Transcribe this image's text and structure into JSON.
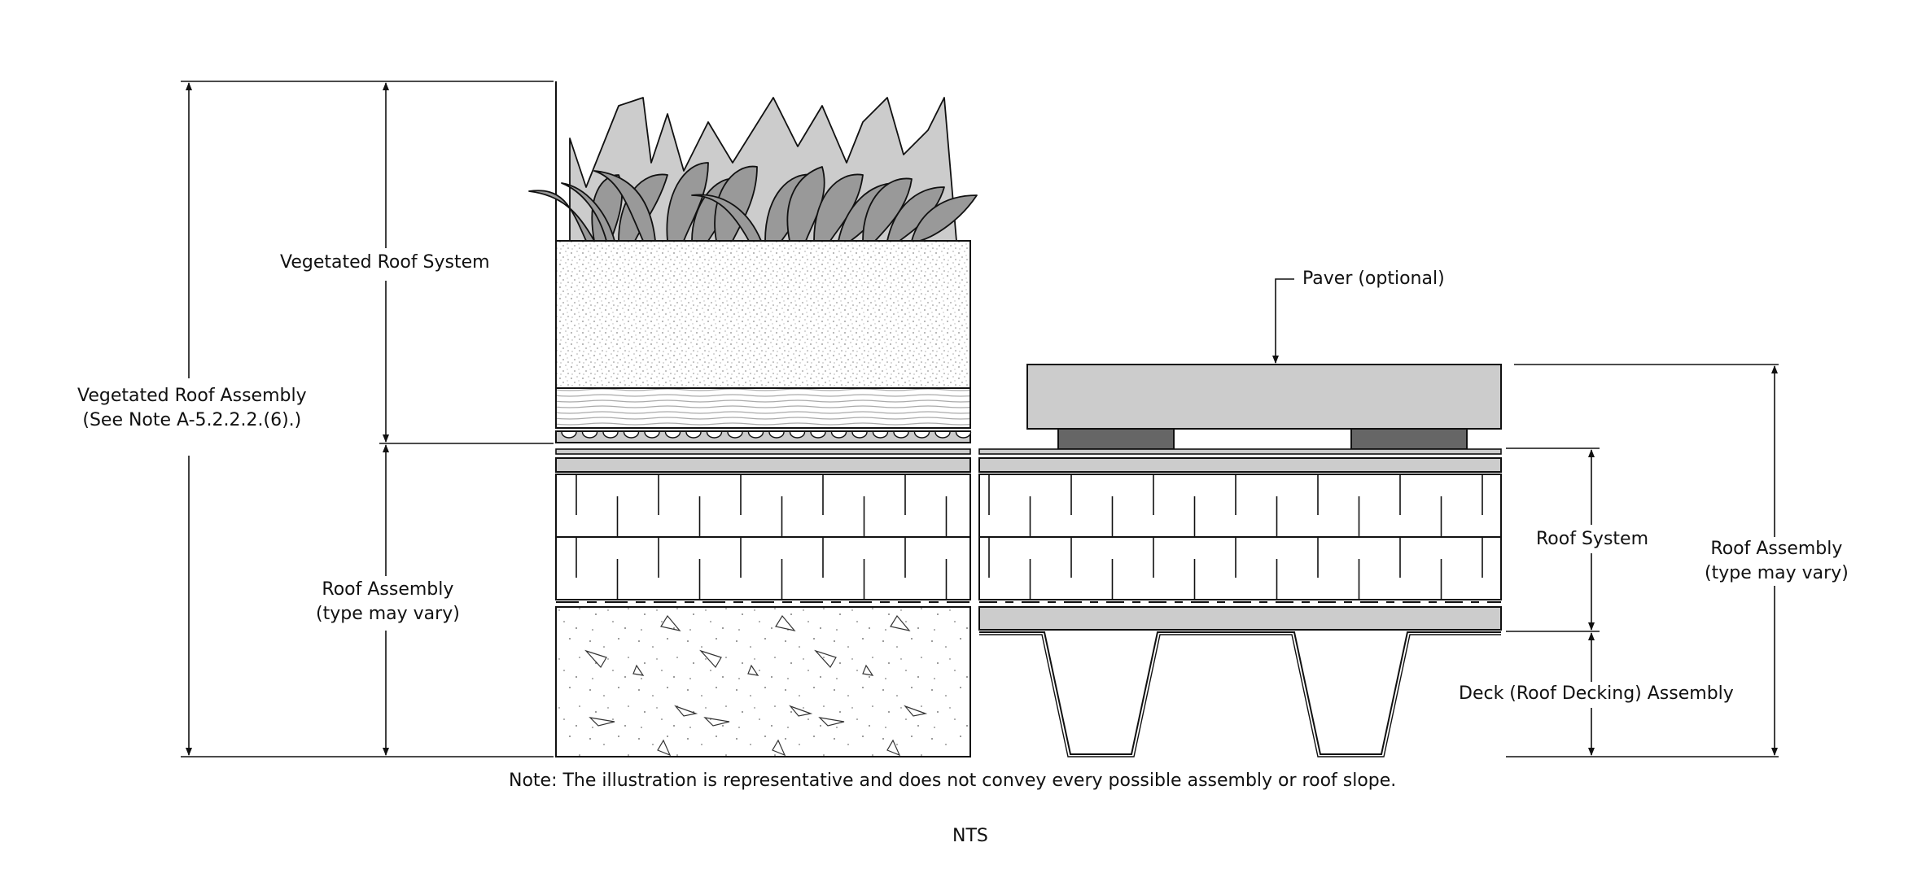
{
  "labels": {
    "vegetated_roof_system": "Vegetated Roof System",
    "vegetated_roof_assembly": [
      "Vegetated Roof Assembly",
      "(See Note A-5.2.2.2.(6).)"
    ],
    "roof_assembly_left": [
      "Roof Assembly",
      "(type may vary)"
    ],
    "paver": "Paver (optional)",
    "roof_system": "Roof System",
    "roof_assembly_right": [
      "Roof Assembly",
      "(type may vary)"
    ],
    "deck_assembly": "Deck (Roof Decking) Assembly"
  },
  "note": "Note: The illustration is representative and does not convey every possible assembly or roof slope.",
  "scale": "NTS",
  "colors": {
    "line": "#111111",
    "light_gray": "#cccccc",
    "dark_gray": "#666666",
    "plant_mid": "#999999",
    "background": "#ffffff"
  },
  "layers_vegetated": [
    "plants",
    "growing medium",
    "filter fabric",
    "drainage layer",
    "membrane",
    "cover board",
    "insulation",
    "insulation",
    "vapour barrier",
    "concrete deck"
  ],
  "layers_conventional": [
    "paver",
    "pedestals",
    "membrane",
    "cover board",
    "insulation",
    "insulation",
    "vapour barrier",
    "board",
    "steel deck"
  ]
}
